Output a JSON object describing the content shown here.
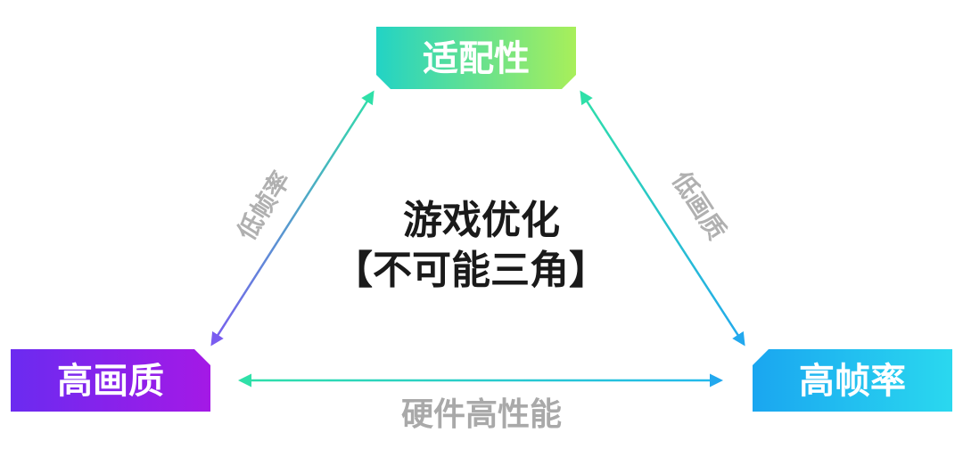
{
  "nodes": {
    "top": {
      "label": "适配性"
    },
    "left": {
      "label": "高画质"
    },
    "right": {
      "label": "高帧率"
    }
  },
  "edges": {
    "left": {
      "label": "低帧率"
    },
    "right": {
      "label": "低画质"
    },
    "bottom": {
      "label": "硬件高性能"
    }
  },
  "center": {
    "title": "游戏优化",
    "subtitle": "【不可能三角】"
  },
  "colors": {
    "top_start": "#22d3c5",
    "top_end": "#a8ef5a",
    "left_start": "#6b2bf0",
    "left_end": "#a419e6",
    "right_start": "#1aa6f0",
    "right_end": "#2ad8ef",
    "arrow_green": "#2fe0a8",
    "arrow_purple": "#7a5cf0",
    "arrow_blue": "#22a8ee"
  }
}
